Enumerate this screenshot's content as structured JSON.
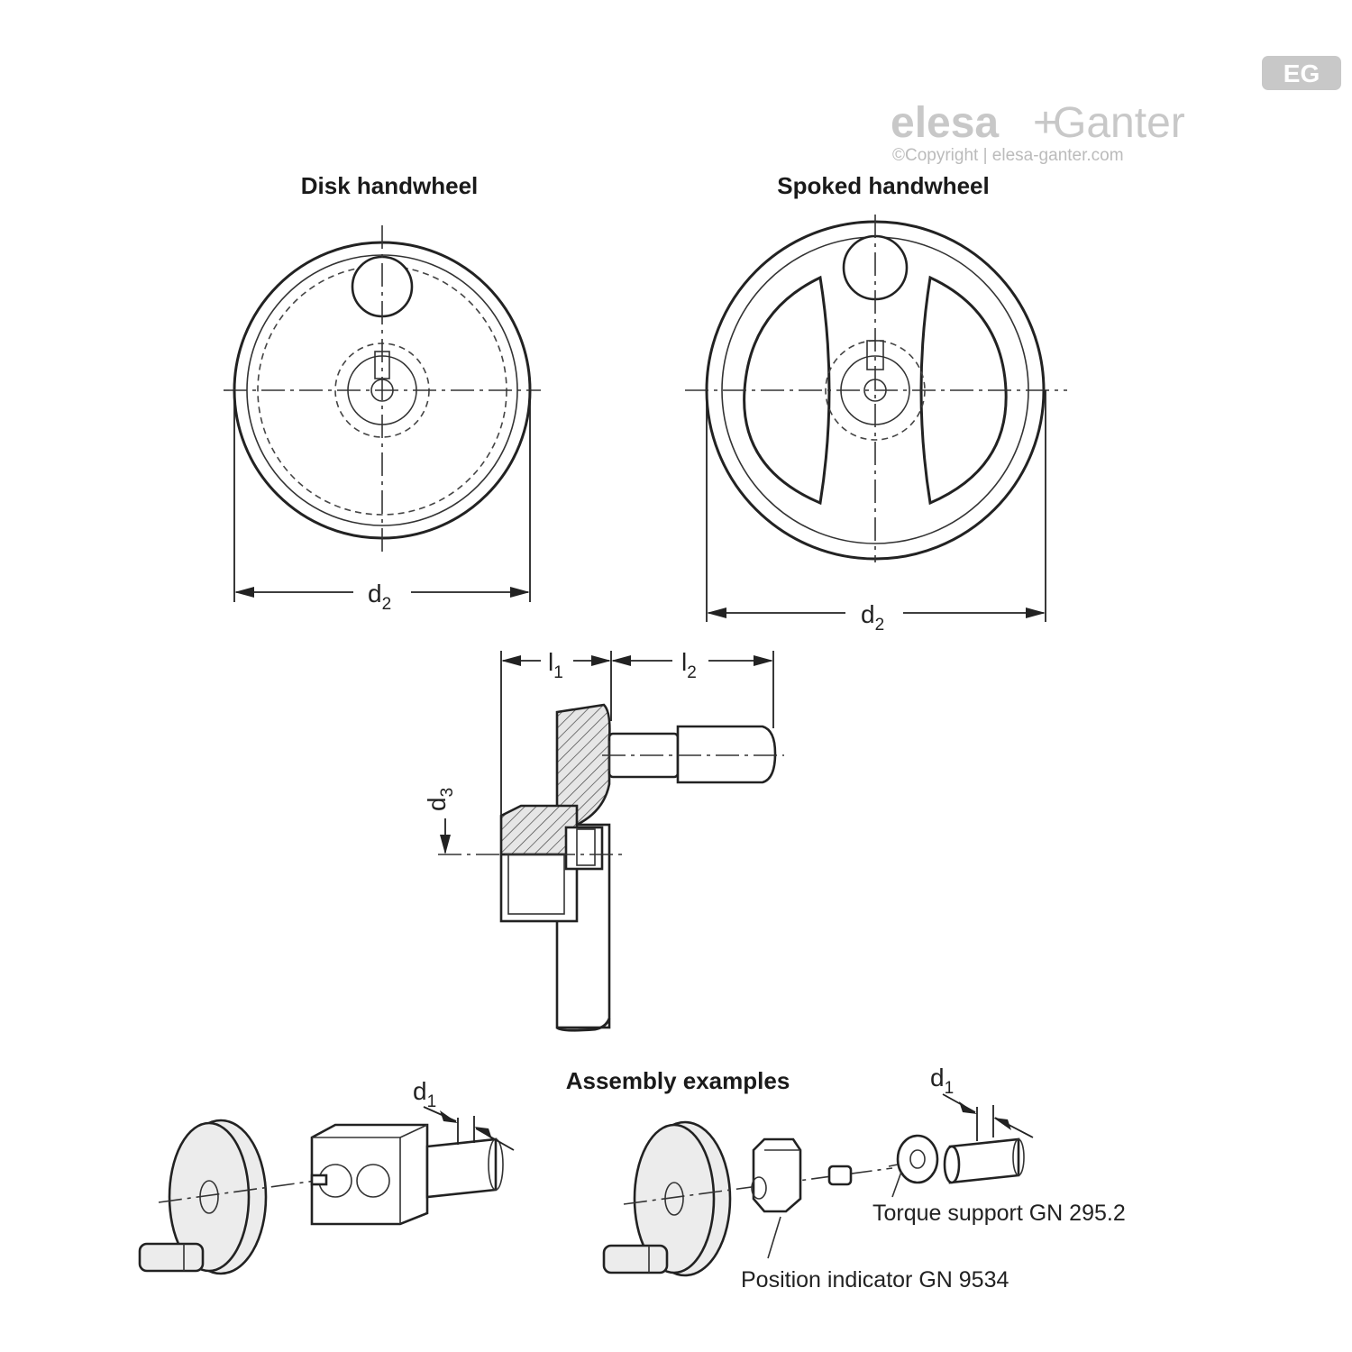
{
  "logo": {
    "badge": "EG",
    "brand_left": "elesa",
    "brand_plus": "+",
    "brand_right": "Ganter",
    "copyright": "©Copyright | elesa-ganter.com"
  },
  "views": {
    "disk_title": "Disk handwheel",
    "spoked_title": "Spoked handwheel",
    "assembly_title": "Assembly examples"
  },
  "dimensions": {
    "d2_disk": {
      "base": "d",
      "sub": "2"
    },
    "d2_spoked": {
      "base": "d",
      "sub": "2"
    },
    "l1": {
      "base": "l",
      "sub": "1"
    },
    "l2": {
      "base": "l",
      "sub": "2"
    },
    "d3": {
      "base": "d",
      "sub": "3"
    },
    "d1_left": {
      "base": "d",
      "sub": "1"
    },
    "d1_right": {
      "base": "d",
      "sub": "1"
    }
  },
  "callouts": {
    "torque_support": "Torque support GN 295.2",
    "position_indicator": "Position indicator GN 9534"
  },
  "colors": {
    "line": "#222222",
    "fill": "#ececec",
    "logo_gray": "#c8c8c8"
  }
}
